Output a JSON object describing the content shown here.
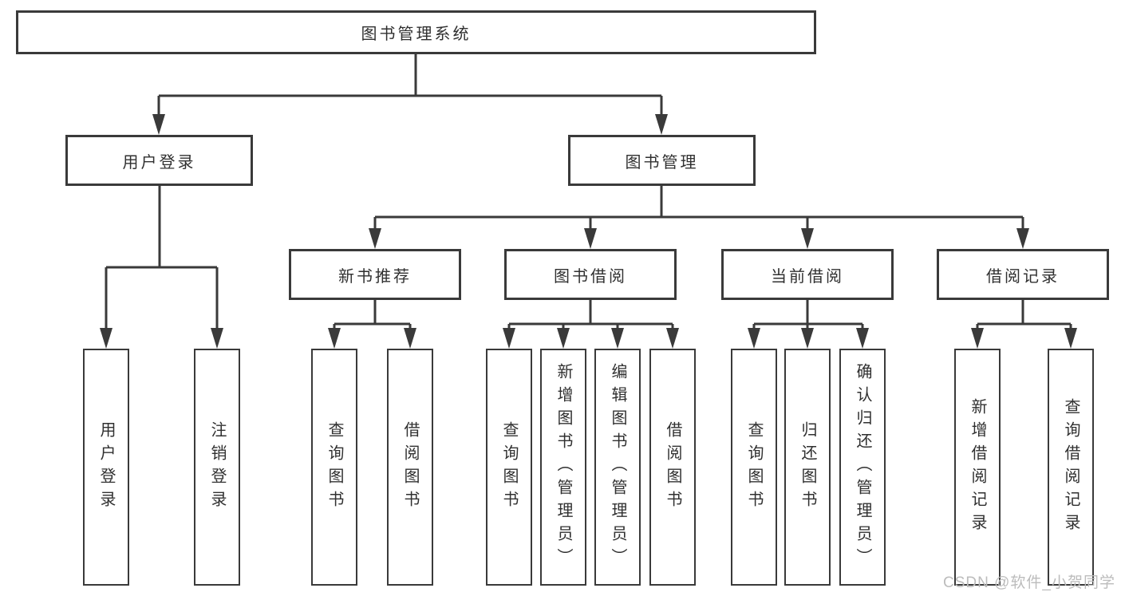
{
  "tree": {
    "root": "图书管理系统",
    "children": [
      {
        "label": "用户登录",
        "children": [
          "用户登录",
          "注销登录"
        ]
      },
      {
        "label": "图书管理",
        "children": [
          {
            "label": "新书推荐",
            "children": [
              "查询图书",
              "借阅图书"
            ]
          },
          {
            "label": "图书借阅",
            "children": [
              "查询图书",
              "新增图书（管理员）",
              "编辑图书（管理员）",
              "借阅图书"
            ]
          },
          {
            "label": "当前借阅",
            "children": [
              "查询图书",
              "归还图书",
              "确认归还（管理员）"
            ]
          },
          {
            "label": "借阅记录",
            "children": [
              "新增借阅记录",
              "查询借阅记录"
            ]
          }
        ]
      }
    ]
  },
  "watermark": {
    "text": "CSDN @软件_小贺同学"
  },
  "colors": {
    "line": "#3a3a3a",
    "text": "#303030",
    "box_background": "#ffffff",
    "watermark": "#bcbcbc"
  }
}
